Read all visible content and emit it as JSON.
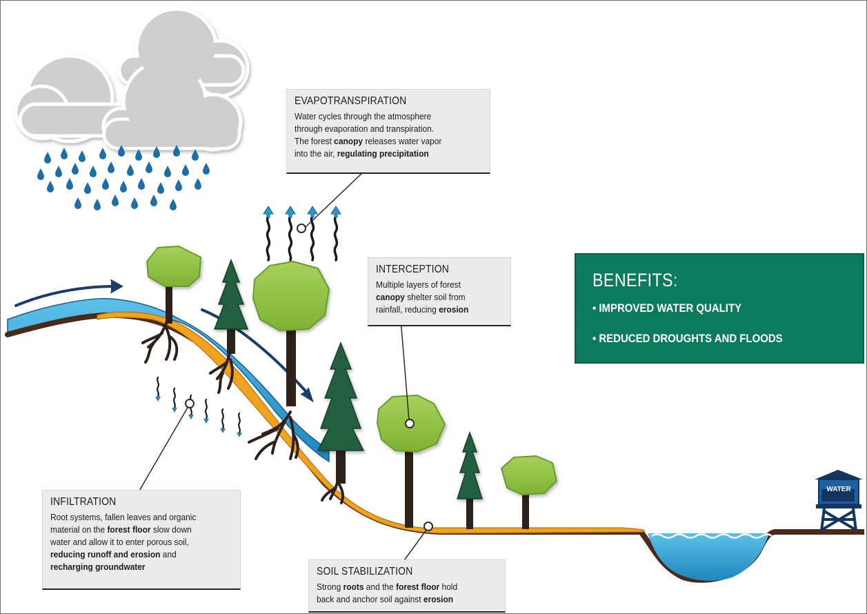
{
  "evapotranspiration": {
    "title": "EVAPOTRANSPIRATION",
    "line1": "Water cycles through the atmosphere",
    "line2": "through evaporation and transpiration.",
    "line3_pre": "The forest ",
    "line3_bold": "canopy",
    "line3_post": " releases water vapor",
    "line4_pre": "into the air, ",
    "line4_bold": "regulating precipitation"
  },
  "interception": {
    "title": "INTERCEPTION",
    "line1": "Multiple layers of forest",
    "line2_bold": "canopy",
    "line2_post": " shelter soil from",
    "line3_pre": "rainfall, reducing ",
    "line3_bold": "erosion"
  },
  "infiltration": {
    "title": "INFILTRATION",
    "line1": "Root systems, fallen leaves and organic",
    "line2_pre": "material on the ",
    "line2_bold": "forest floor",
    "line2_post": " slow down",
    "line3": "water and allow it to enter porous soil,",
    "line4_bold": "reducing runoff and erosion",
    "line4_post": " and",
    "line5_bold": "recharging groundwater"
  },
  "soil_stabilization": {
    "title": "SOIL STABILIZATION",
    "line1_pre": "Strong ",
    "line1_bold": "roots",
    "line1_mid": " and the ",
    "line1_bold2": "forest floor",
    "line1_post": " hold",
    "line2_pre": "back and anchor soil against ",
    "line2_bold": "erosion"
  },
  "benefits": {
    "title": "BENEFITS:",
    "items": [
      "• IMPROVED WATER QUALITY",
      "• REDUCED DROUGHTS AND FLOODS"
    ]
  },
  "water_tower": {
    "label": "WATER"
  },
  "colors": {
    "benefits_bg": "#0c7b5d",
    "water": "#2f9fd2",
    "ground": "#4a2a18",
    "forest_floor": "#f0a31e",
    "deciduous_leaf": "#8bbf3c",
    "conifer": "#215f3f",
    "cloud": "#cfcfcf",
    "arrow": "#1b3d6a"
  }
}
